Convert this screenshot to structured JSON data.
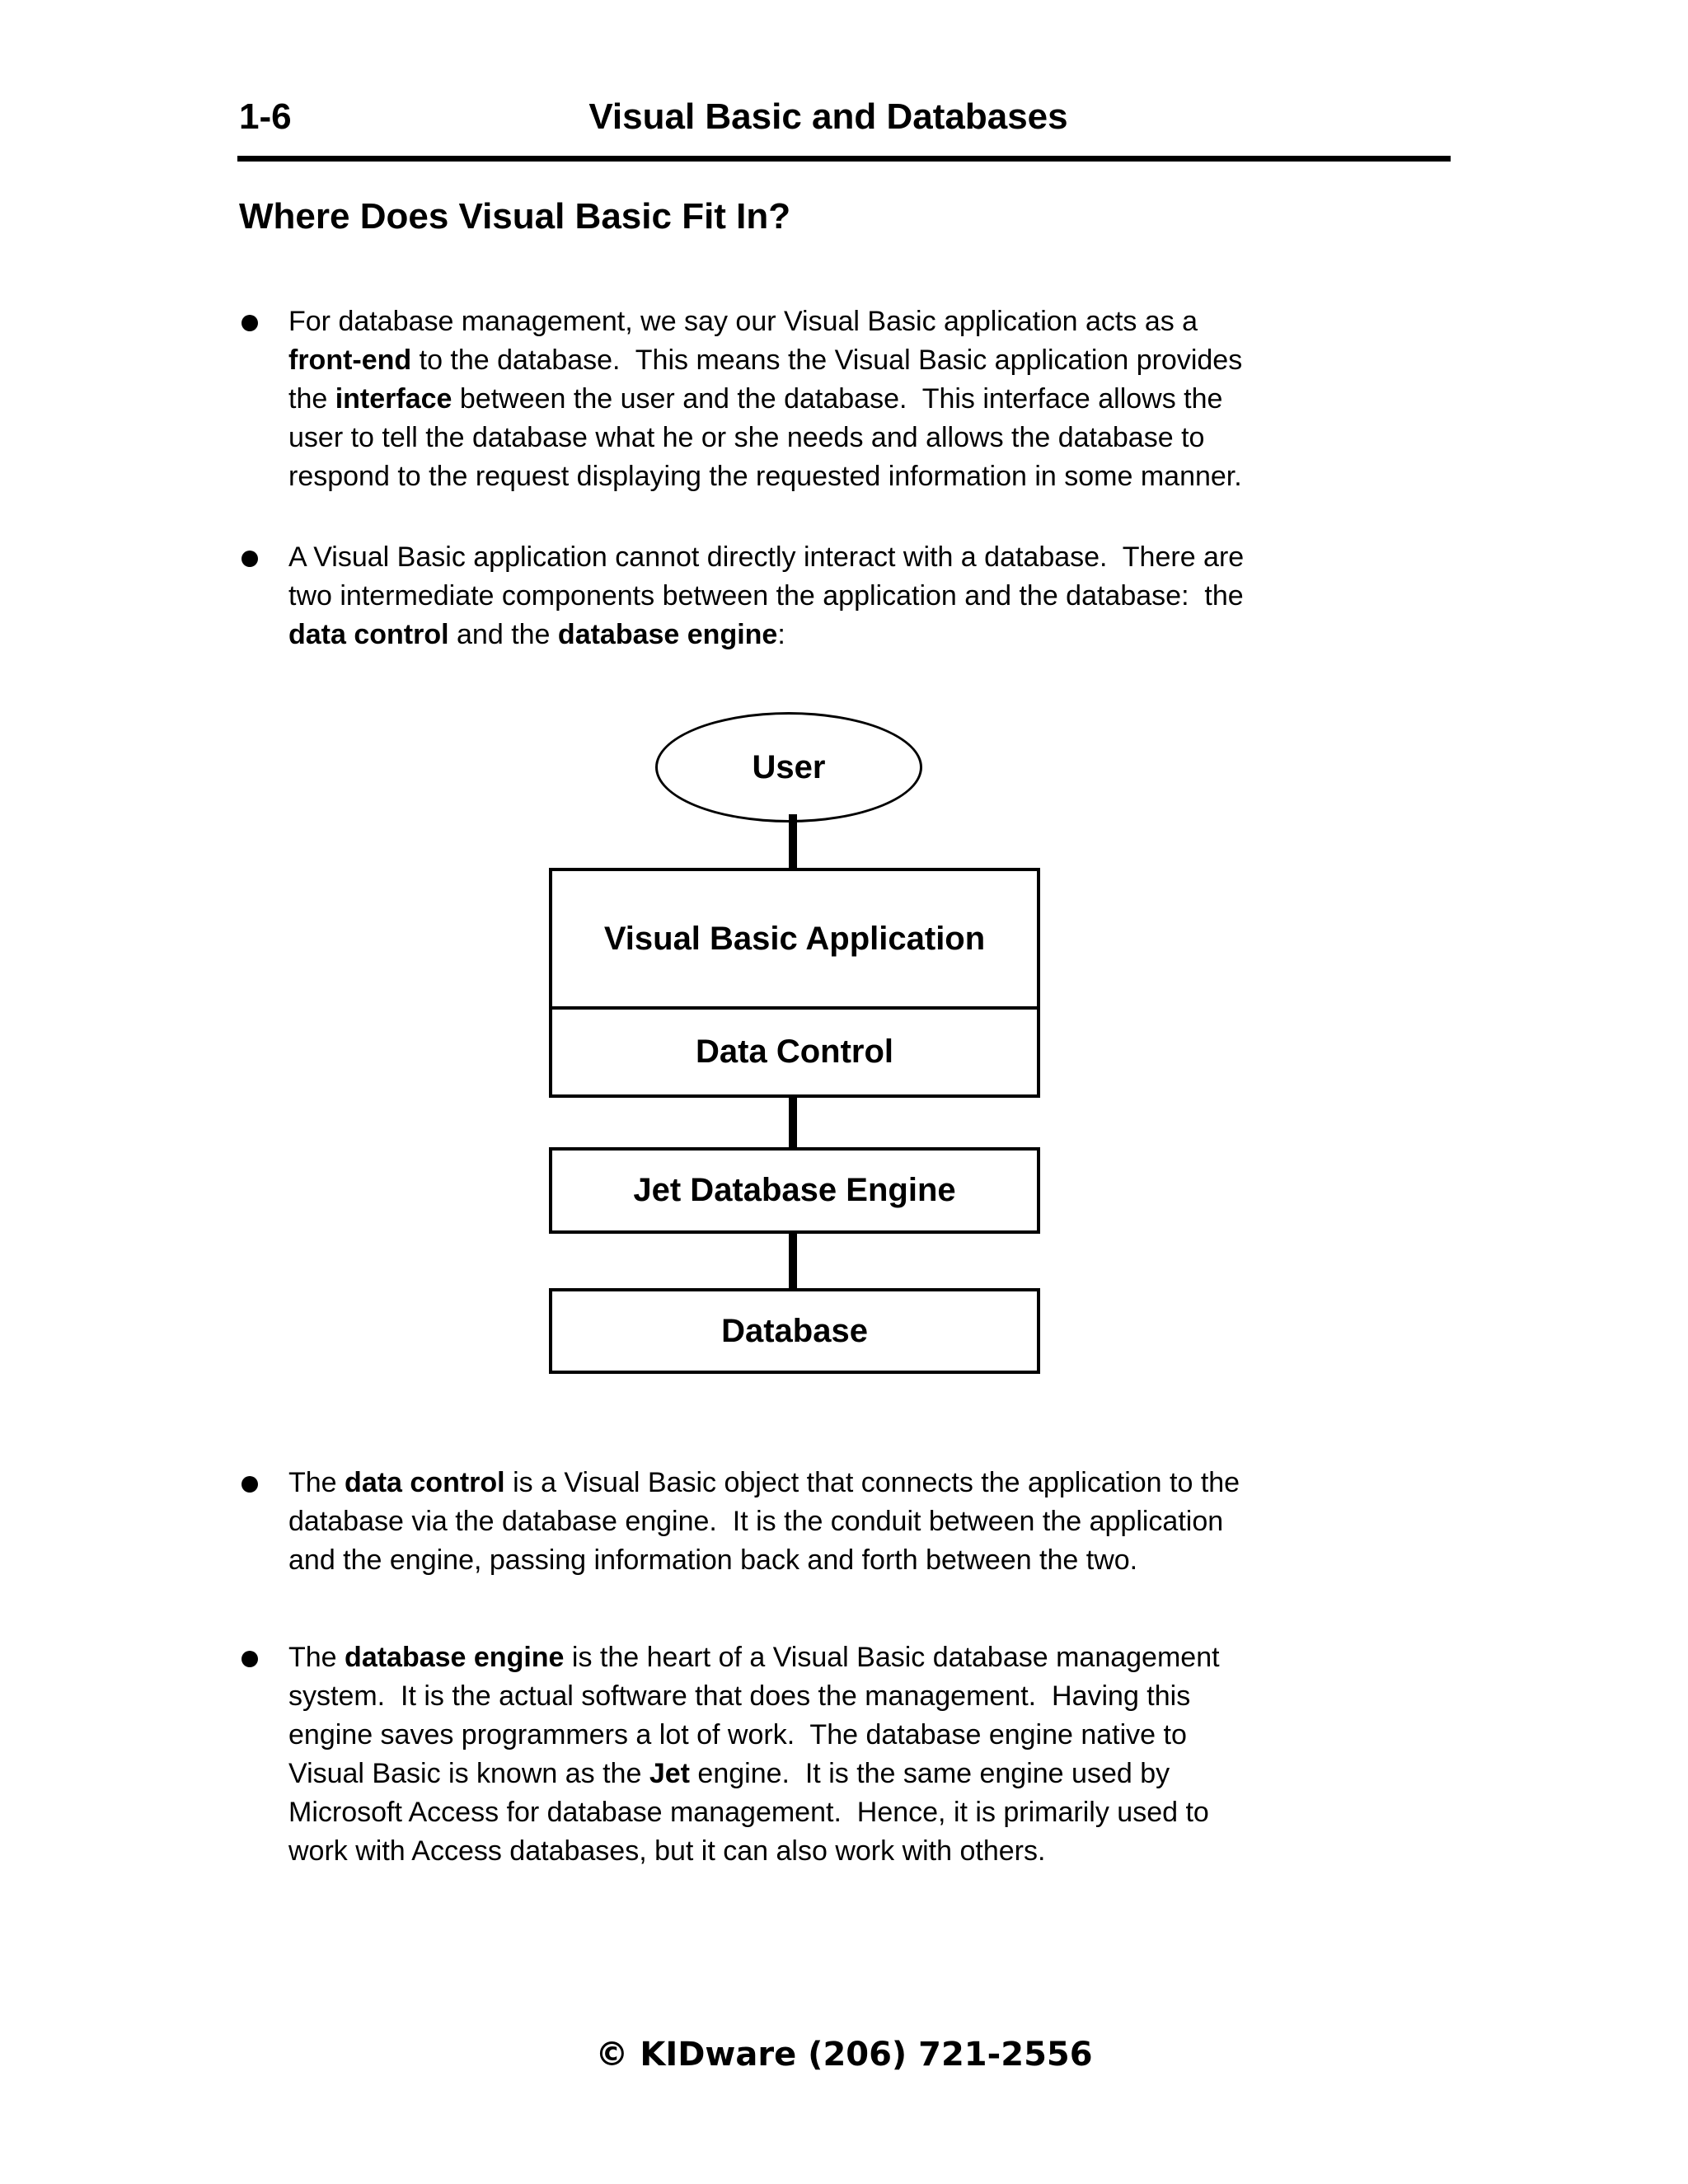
{
  "header": {
    "page_number": "1-6",
    "title": "Visual Basic and Databases"
  },
  "heading": "Where Does Visual Basic Fit In?",
  "bullets_top": [
    {
      "lines": [
        [
          {
            "t": "For database management, we say our Visual Basic application acts as a"
          }
        ],
        [
          {
            "t": "front-end",
            "b": true
          },
          {
            "t": " to the database.  This means the Visual Basic application provides"
          }
        ],
        [
          {
            "t": "the "
          },
          {
            "t": "interface",
            "b": true
          },
          {
            "t": " between the user and the database.  This interface allows the"
          }
        ],
        [
          {
            "t": "user to tell the database what he or she needs and allows the database to"
          }
        ],
        [
          {
            "t": "respond to the request displaying the requested information in some manner."
          }
        ]
      ]
    },
    {
      "lines": [
        [
          {
            "t": "A Visual Basic application cannot directly interact with a database.  There are"
          }
        ],
        [
          {
            "t": "two intermediate components between the application and the database:  the"
          }
        ],
        [
          {
            "t": "data control",
            "b": true
          },
          {
            "t": " and the "
          },
          {
            "t": "database engine",
            "b": true
          },
          {
            "t": ":"
          }
        ]
      ]
    }
  ],
  "bullets_bottom": [
    {
      "lines": [
        [
          {
            "t": "The "
          },
          {
            "t": "data control",
            "b": true
          },
          {
            "t": " is a Visual Basic object that connects the application to the"
          }
        ],
        [
          {
            "t": "database via the database engine.  It is the conduit between the application"
          }
        ],
        [
          {
            "t": "and the engine, passing information back and forth between the two."
          }
        ]
      ]
    },
    {
      "lines": [
        [
          {
            "t": "The "
          },
          {
            "t": "database engine",
            "b": true
          },
          {
            "t": " is the heart of a Visual Basic database management"
          }
        ],
        [
          {
            "t": "system.  It is the actual software that does the management.  Having this"
          }
        ],
        [
          {
            "t": "engine saves programmers a lot of work.  The database engine native to"
          }
        ],
        [
          {
            "t": "Visual Basic is known as the "
          },
          {
            "t": "Jet",
            "b": true
          },
          {
            "t": " engine.  It is the same engine used by"
          }
        ],
        [
          {
            "t": "Microsoft Access for database management.  Hence, it is primarily used to"
          }
        ],
        [
          {
            "t": "work with Access databases, but it can also work with others."
          }
        ]
      ]
    }
  ],
  "diagram": {
    "user_label": "User",
    "boxes": [
      "Visual Basic Application",
      "Data Control",
      "Jet Database Engine",
      "Database"
    ]
  },
  "footer": "© KIDware (206) 721-2556"
}
